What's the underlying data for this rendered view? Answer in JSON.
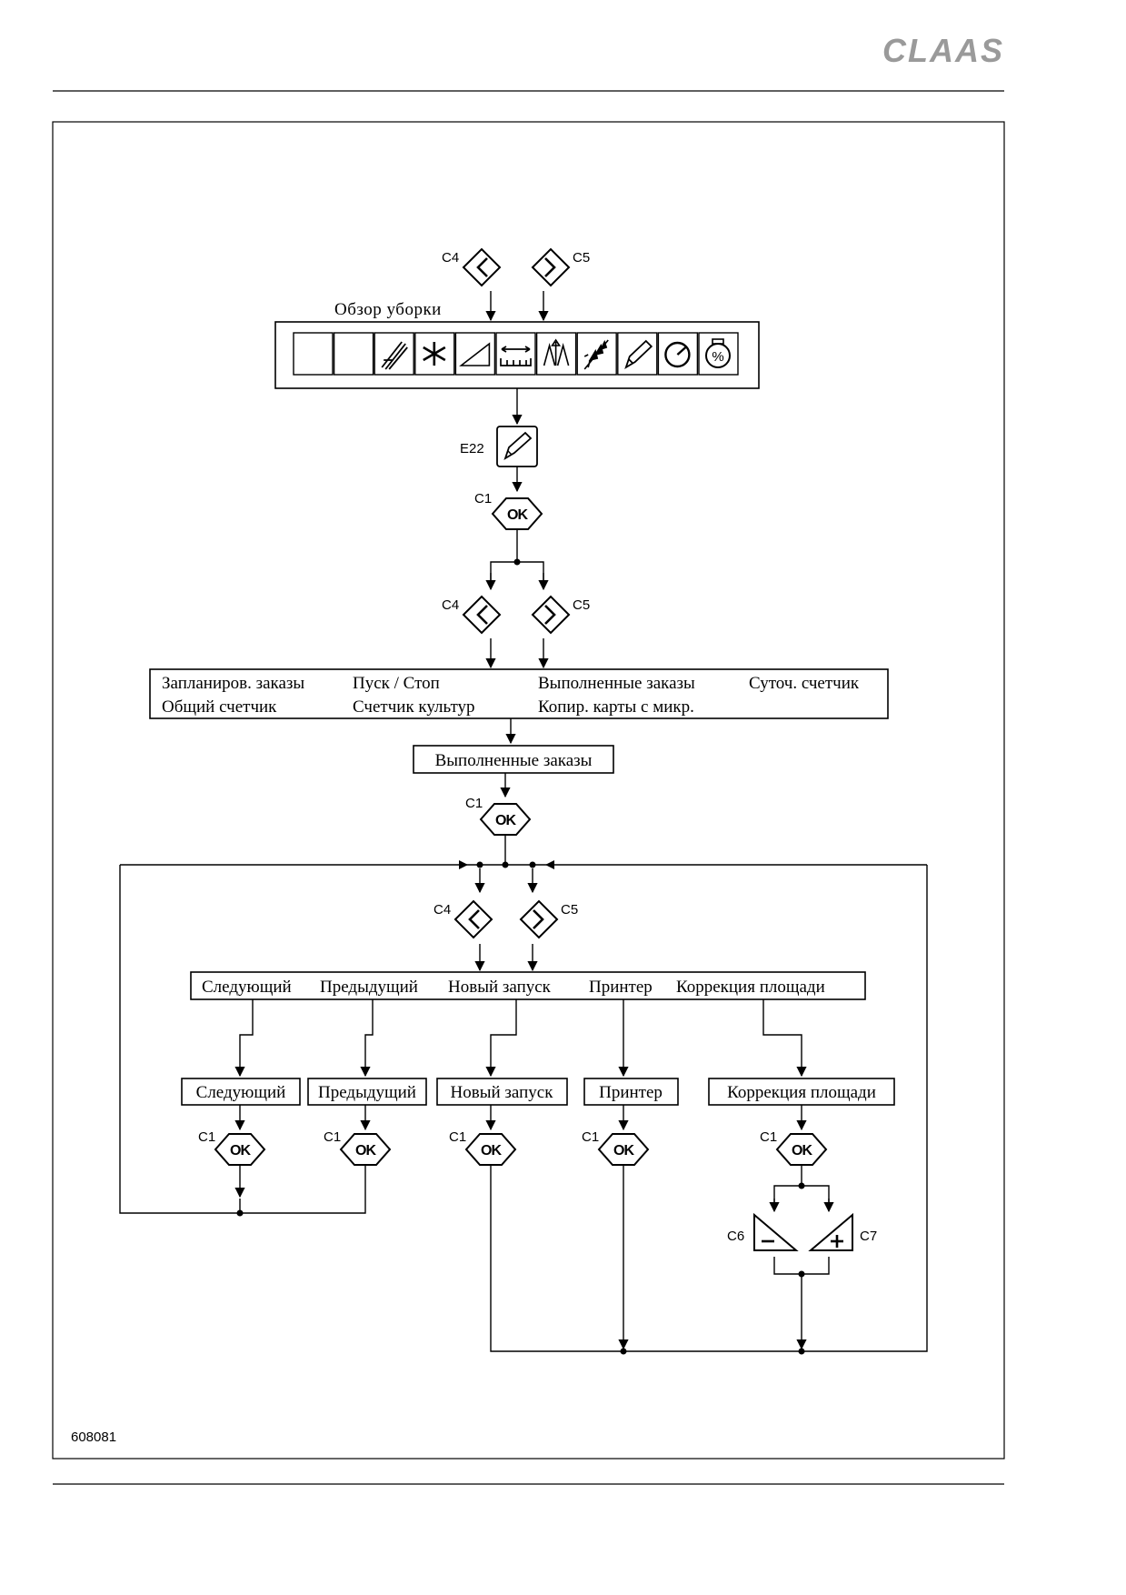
{
  "brand": "CLAAS",
  "figure_id": "608081",
  "screen": {
    "title": "Обзор уборки",
    "icons": [
      "blank-slot",
      "blank-slot",
      "header-icon",
      "fan-icon",
      "slope-icon",
      "cutting-width-icon",
      "scale-icon",
      "grain-icon",
      "order-edit-icon",
      "speed-gauge-icon",
      "percent-icon"
    ]
  },
  "keys": {
    "c1": "C1",
    "c4": "C4",
    "c5": "C5",
    "c6": "C6",
    "c7": "C7",
    "e22": "E22",
    "ok": "OK"
  },
  "menu1": {
    "row1": [
      "Запланиров. заказы",
      "Пуск / Стоп",
      "Выполненные заказы",
      "Суточ. счетчик"
    ],
    "row2": [
      "Общий  счетчик",
      "Счетчик  культур",
      "Копир. карты  с  микр."
    ]
  },
  "selected1": "Выполненные заказы",
  "menu2": [
    "Следующий",
    "Предыдущий",
    "Новый  запуск",
    "Принтер",
    "Коррекция  площади"
  ],
  "options": [
    "Следующий",
    "Предыдущий",
    "Новый  запуск",
    "Принтер",
    "Коррекция  площади"
  ]
}
